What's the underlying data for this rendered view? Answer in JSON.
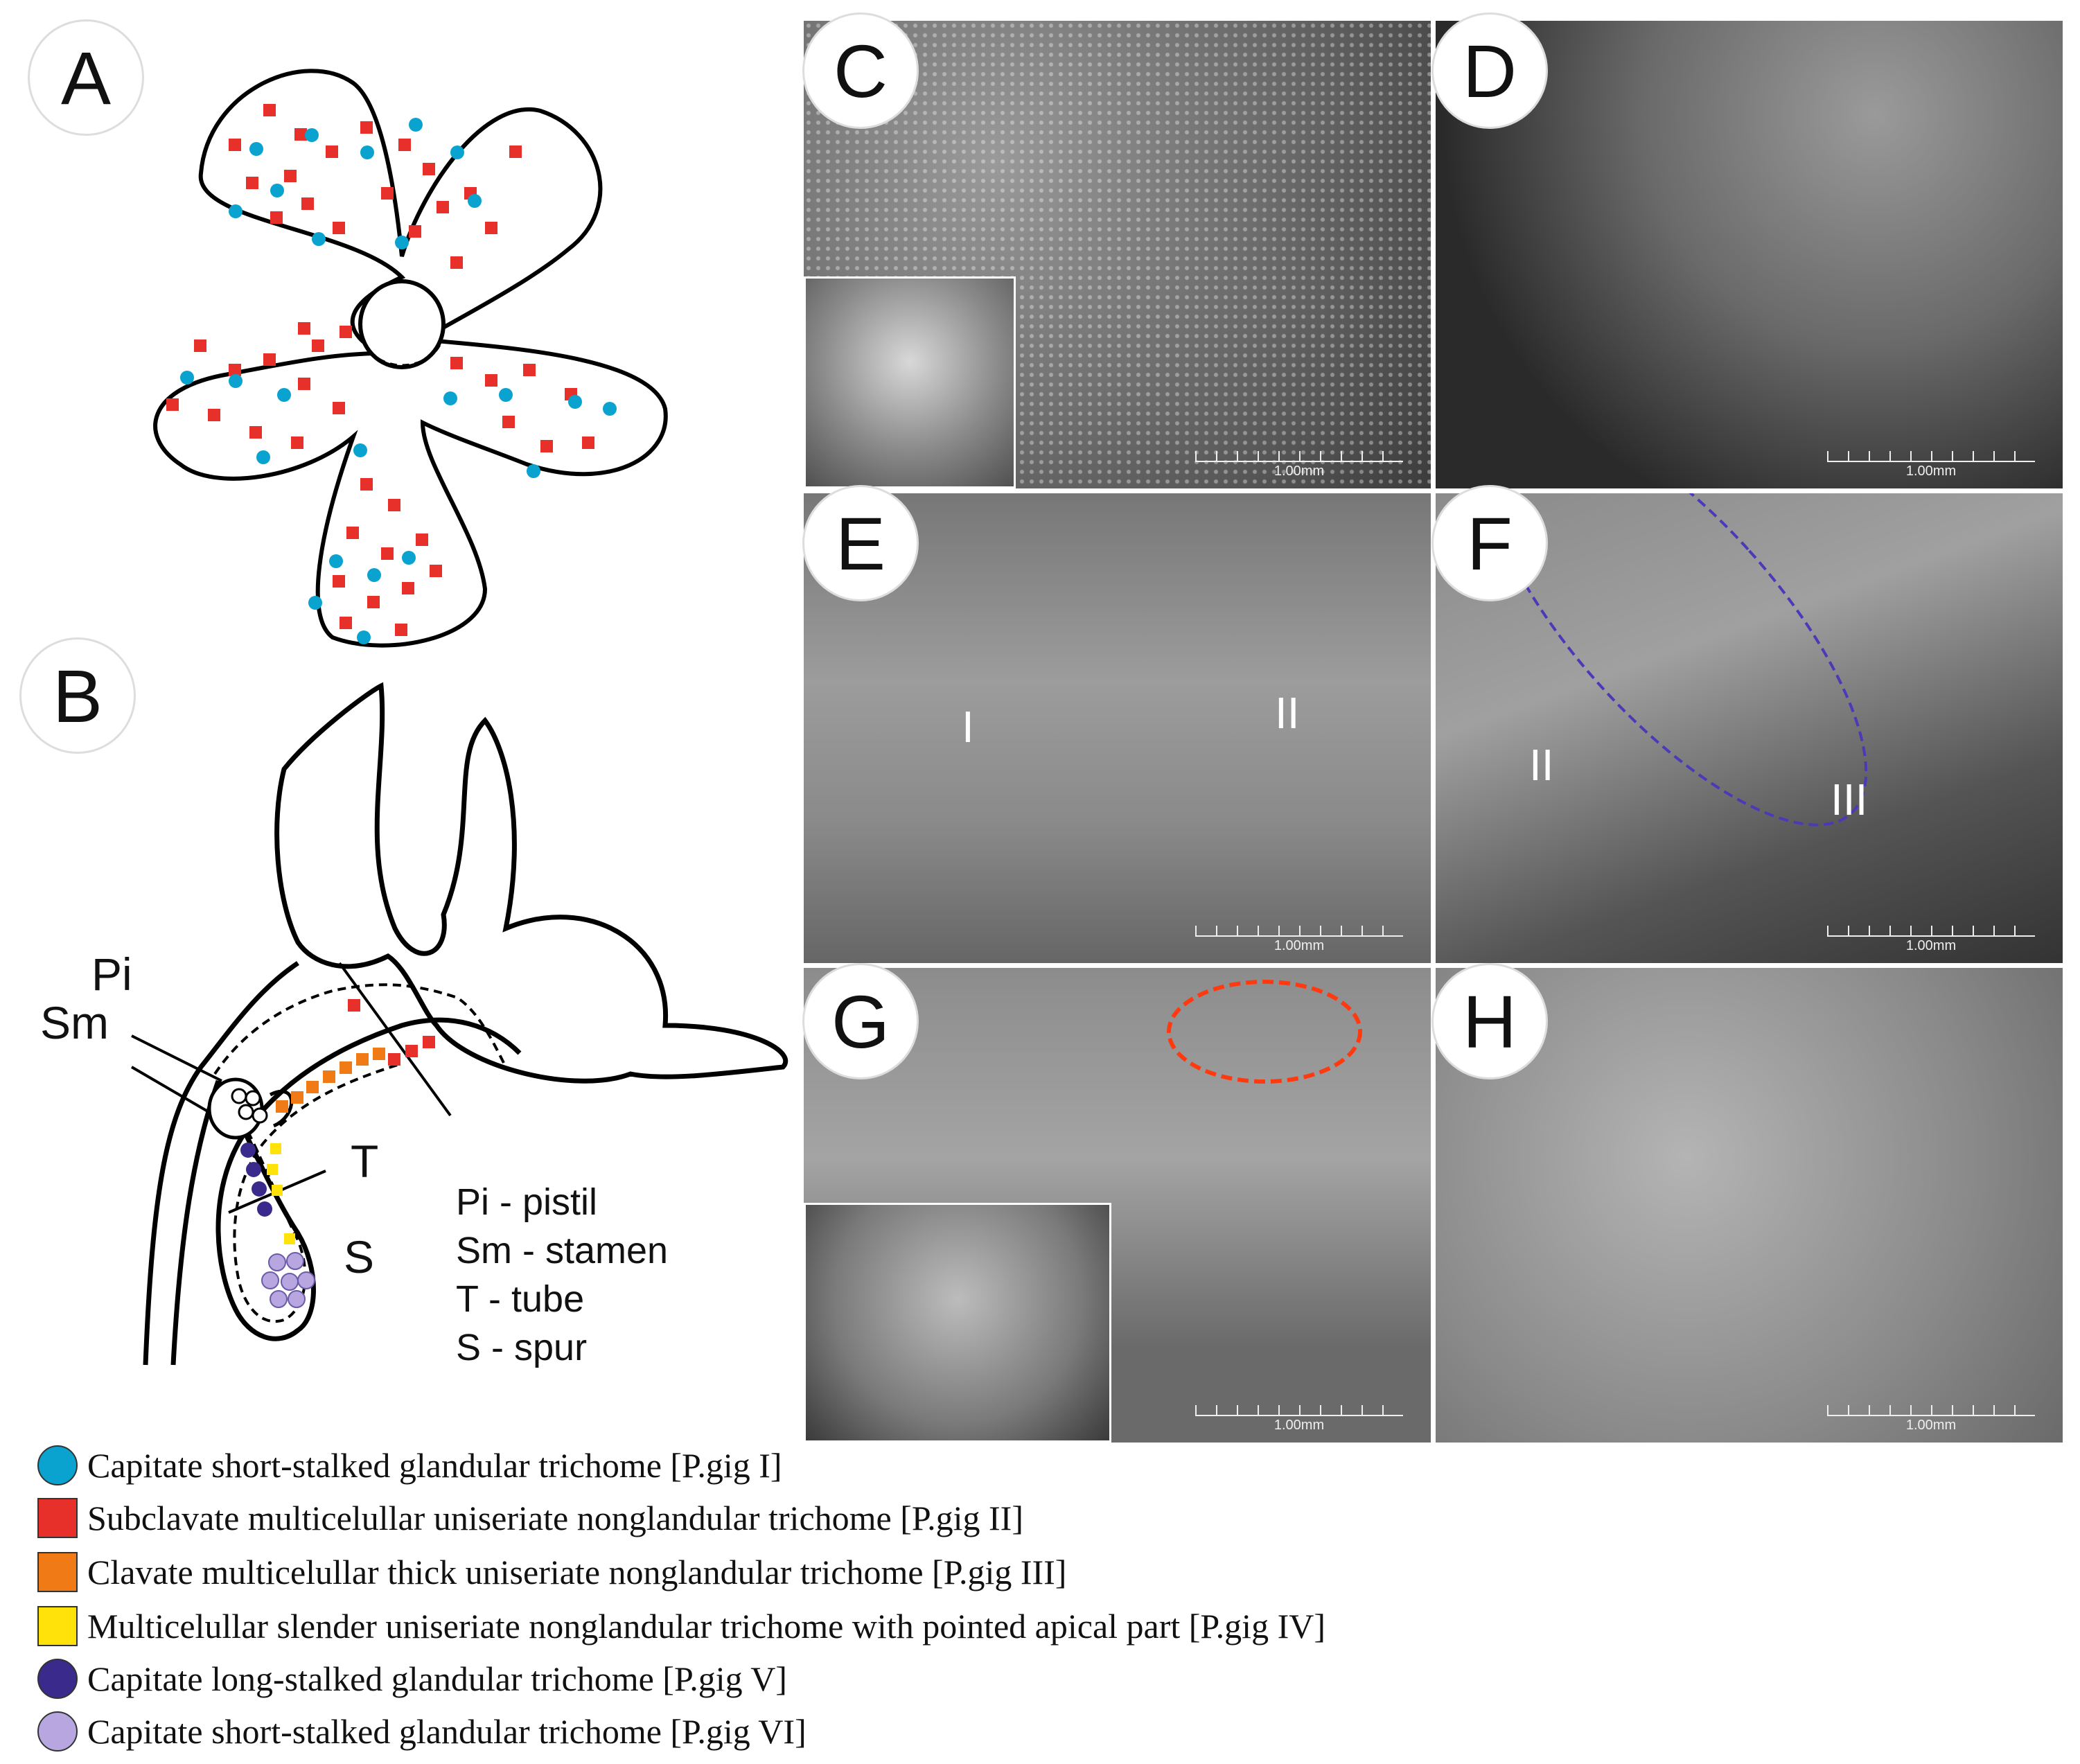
{
  "panels": {
    "A": "A",
    "B": "B",
    "C": "C",
    "D": "D",
    "E": "E",
    "F": "F",
    "G": "G",
    "H": "H"
  },
  "diagram_b": {
    "labels": {
      "pi": "Pi",
      "sm": "Sm",
      "t": "T",
      "s": "S"
    },
    "key": [
      "Pi - pistil",
      "Sm - stamen",
      "T - tube",
      "S - spur"
    ]
  },
  "sem": {
    "scale_label": "1.00mm",
    "roman_e": [
      "I",
      "II"
    ],
    "roman_f": [
      "II",
      "III"
    ]
  },
  "colors": {
    "type_I": "#0aa3d0",
    "type_II": "#e8302a",
    "type_III": "#f07a16",
    "type_IV": "#ffe20a",
    "type_V": "#3a2a8c",
    "type_VI": "#b8a6e0"
  },
  "legend": [
    {
      "shape": "circle",
      "color": "#0aa3d0",
      "label": "Capitate short-stalked glandular trichome [P.gig I]"
    },
    {
      "shape": "square",
      "color": "#e8302a",
      "label": "Subclavate multicelullar uniseriate nonglandular trichome [P.gig II]"
    },
    {
      "shape": "square",
      "color": "#f07a16",
      "label": "Clavate multicelullar thick uniseriate nonglandular trichome [P.gig III]"
    },
    {
      "shape": "square",
      "color": "#ffe20a",
      "label": "Multicelullar slender uniseriate nonglandular trichome with pointed apical part [P.gig IV]"
    },
    {
      "shape": "circle",
      "color": "#3a2a8c",
      "label": "Capitate long-stalked glandular trichome [P.gig V]"
    },
    {
      "shape": "circle",
      "color": "#b8a6e0",
      "label": "Capitate short-stalked glandular trichome [P.gig VI]"
    }
  ]
}
